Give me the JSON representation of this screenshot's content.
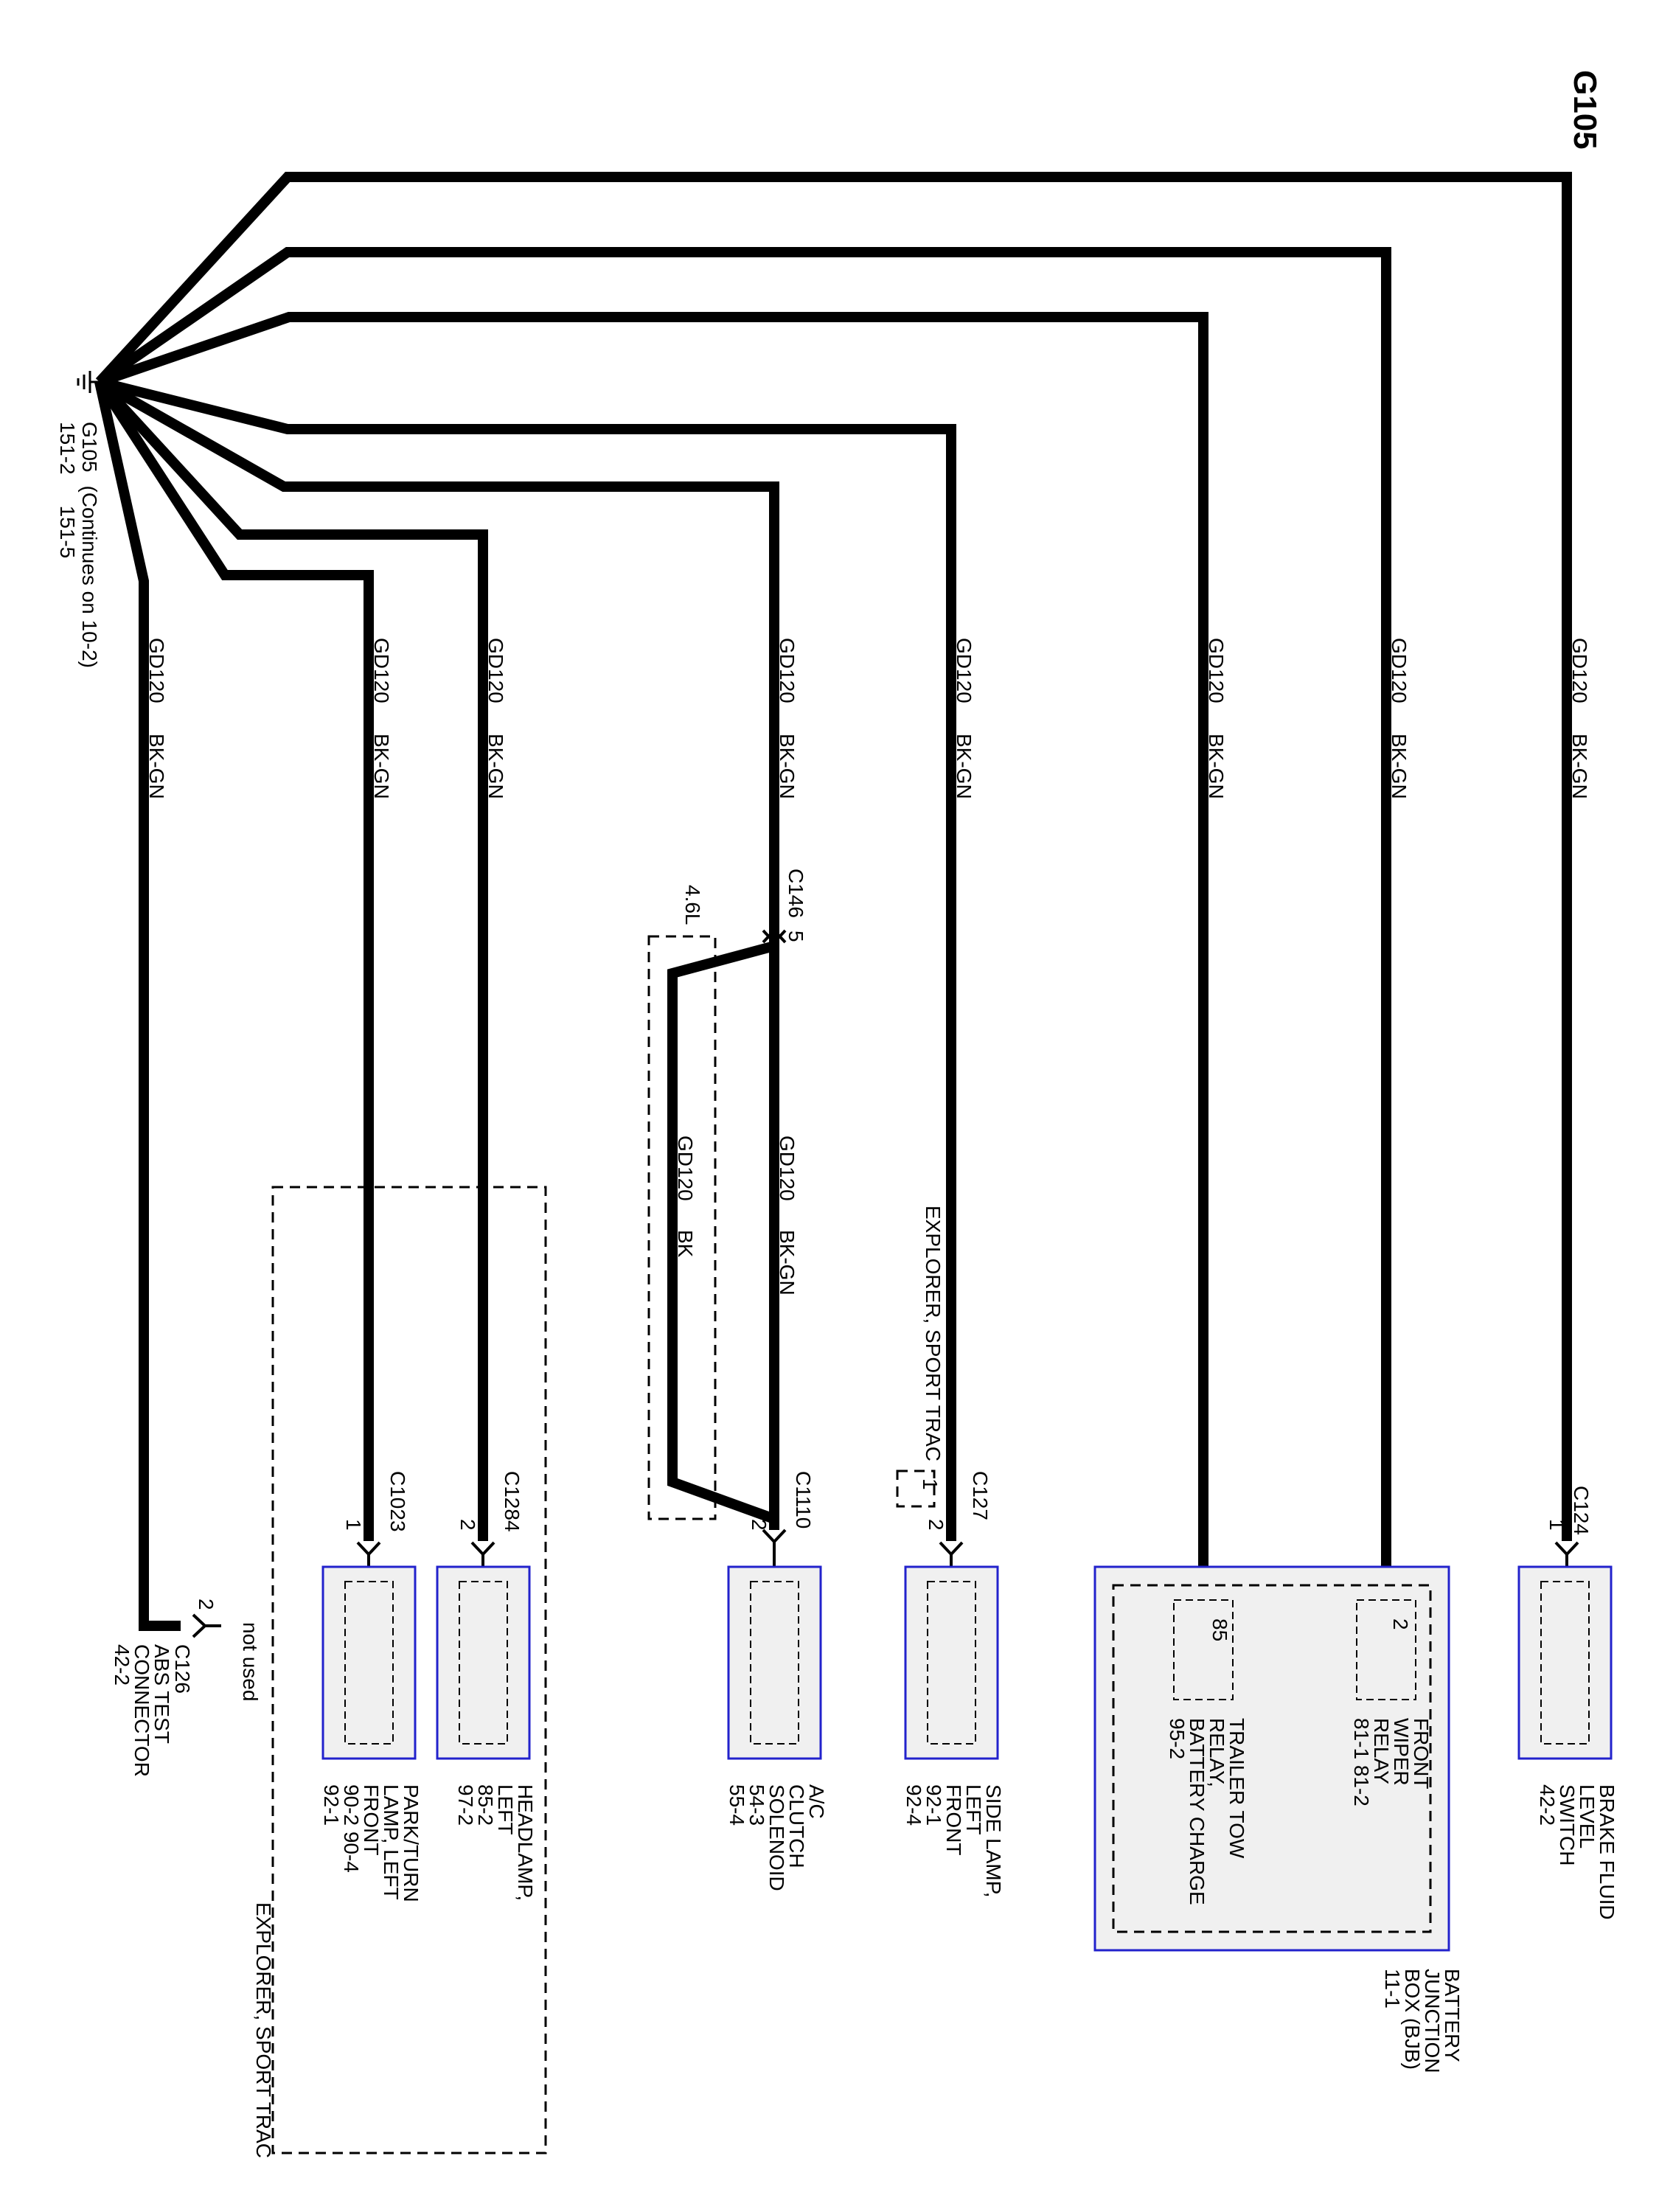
{
  "page_title": "G105",
  "ground": {
    "name": "G105",
    "continues": "(Continues on 10-2)",
    "refs": [
      "151-2",
      "151-5"
    ]
  },
  "wire": {
    "circuit": "GD120",
    "color": "BK-GN"
  },
  "jumper": {
    "circuit": "GD120",
    "color": "BK",
    "option": "4.6L"
  },
  "connectors": {
    "c124": "C124",
    "c124_pin": "1",
    "c127": "C127",
    "c127_pin": "2",
    "c127_alt_pin": "1",
    "c146": "C146",
    "c146_pin": "5",
    "c1110": "C1110",
    "c1110_pin": "2",
    "c1284": "C1284",
    "c1284_pin": "2",
    "c1023": "C1023",
    "c1023_pin": "1",
    "c126": "C126",
    "c126_pin": "2",
    "c126_note": "not used"
  },
  "options": {
    "explorer_sport_trac": "EXPLORER, SPORT TRAC"
  },
  "components": {
    "brake_fluid": {
      "lines": [
        "BRAKE FLUID",
        "LEVEL",
        "SWITCH",
        "42-2"
      ]
    },
    "bjb": {
      "lines": [
        "BATTERY",
        "JUNCTION",
        "BOX (BJB)",
        "11-1"
      ]
    },
    "front_wiper": {
      "pin": "2",
      "lines": [
        "FRONT",
        "WIPER",
        "RELAY",
        "81-1    81-2"
      ]
    },
    "trailer_tow": {
      "pin": "85",
      "lines": [
        "TRAILER TOW",
        "RELAY,",
        "BATTERY CHARGE",
        "95-2"
      ]
    },
    "side_lamp": {
      "lines": [
        "SIDE LAMP,",
        "LEFT",
        "FRONT",
        "92-1",
        "92-4"
      ]
    },
    "ac_clutch": {
      "lines": [
        "A/C",
        "CLUTCH",
        "SOLENOID",
        "54-3",
        "55-4"
      ]
    },
    "headlamp": {
      "lines": [
        "HEADLAMP,",
        "LEFT",
        "85-2",
        "97-2"
      ]
    },
    "park_turn": {
      "lines": [
        "PARK/TURN",
        "LAMP, LEFT",
        "FRONT",
        "90-2    90-4",
        "92-1"
      ]
    },
    "abs_test": {
      "lines": [
        "ABS TEST",
        "CONNECTOR",
        "42-2"
      ]
    }
  }
}
